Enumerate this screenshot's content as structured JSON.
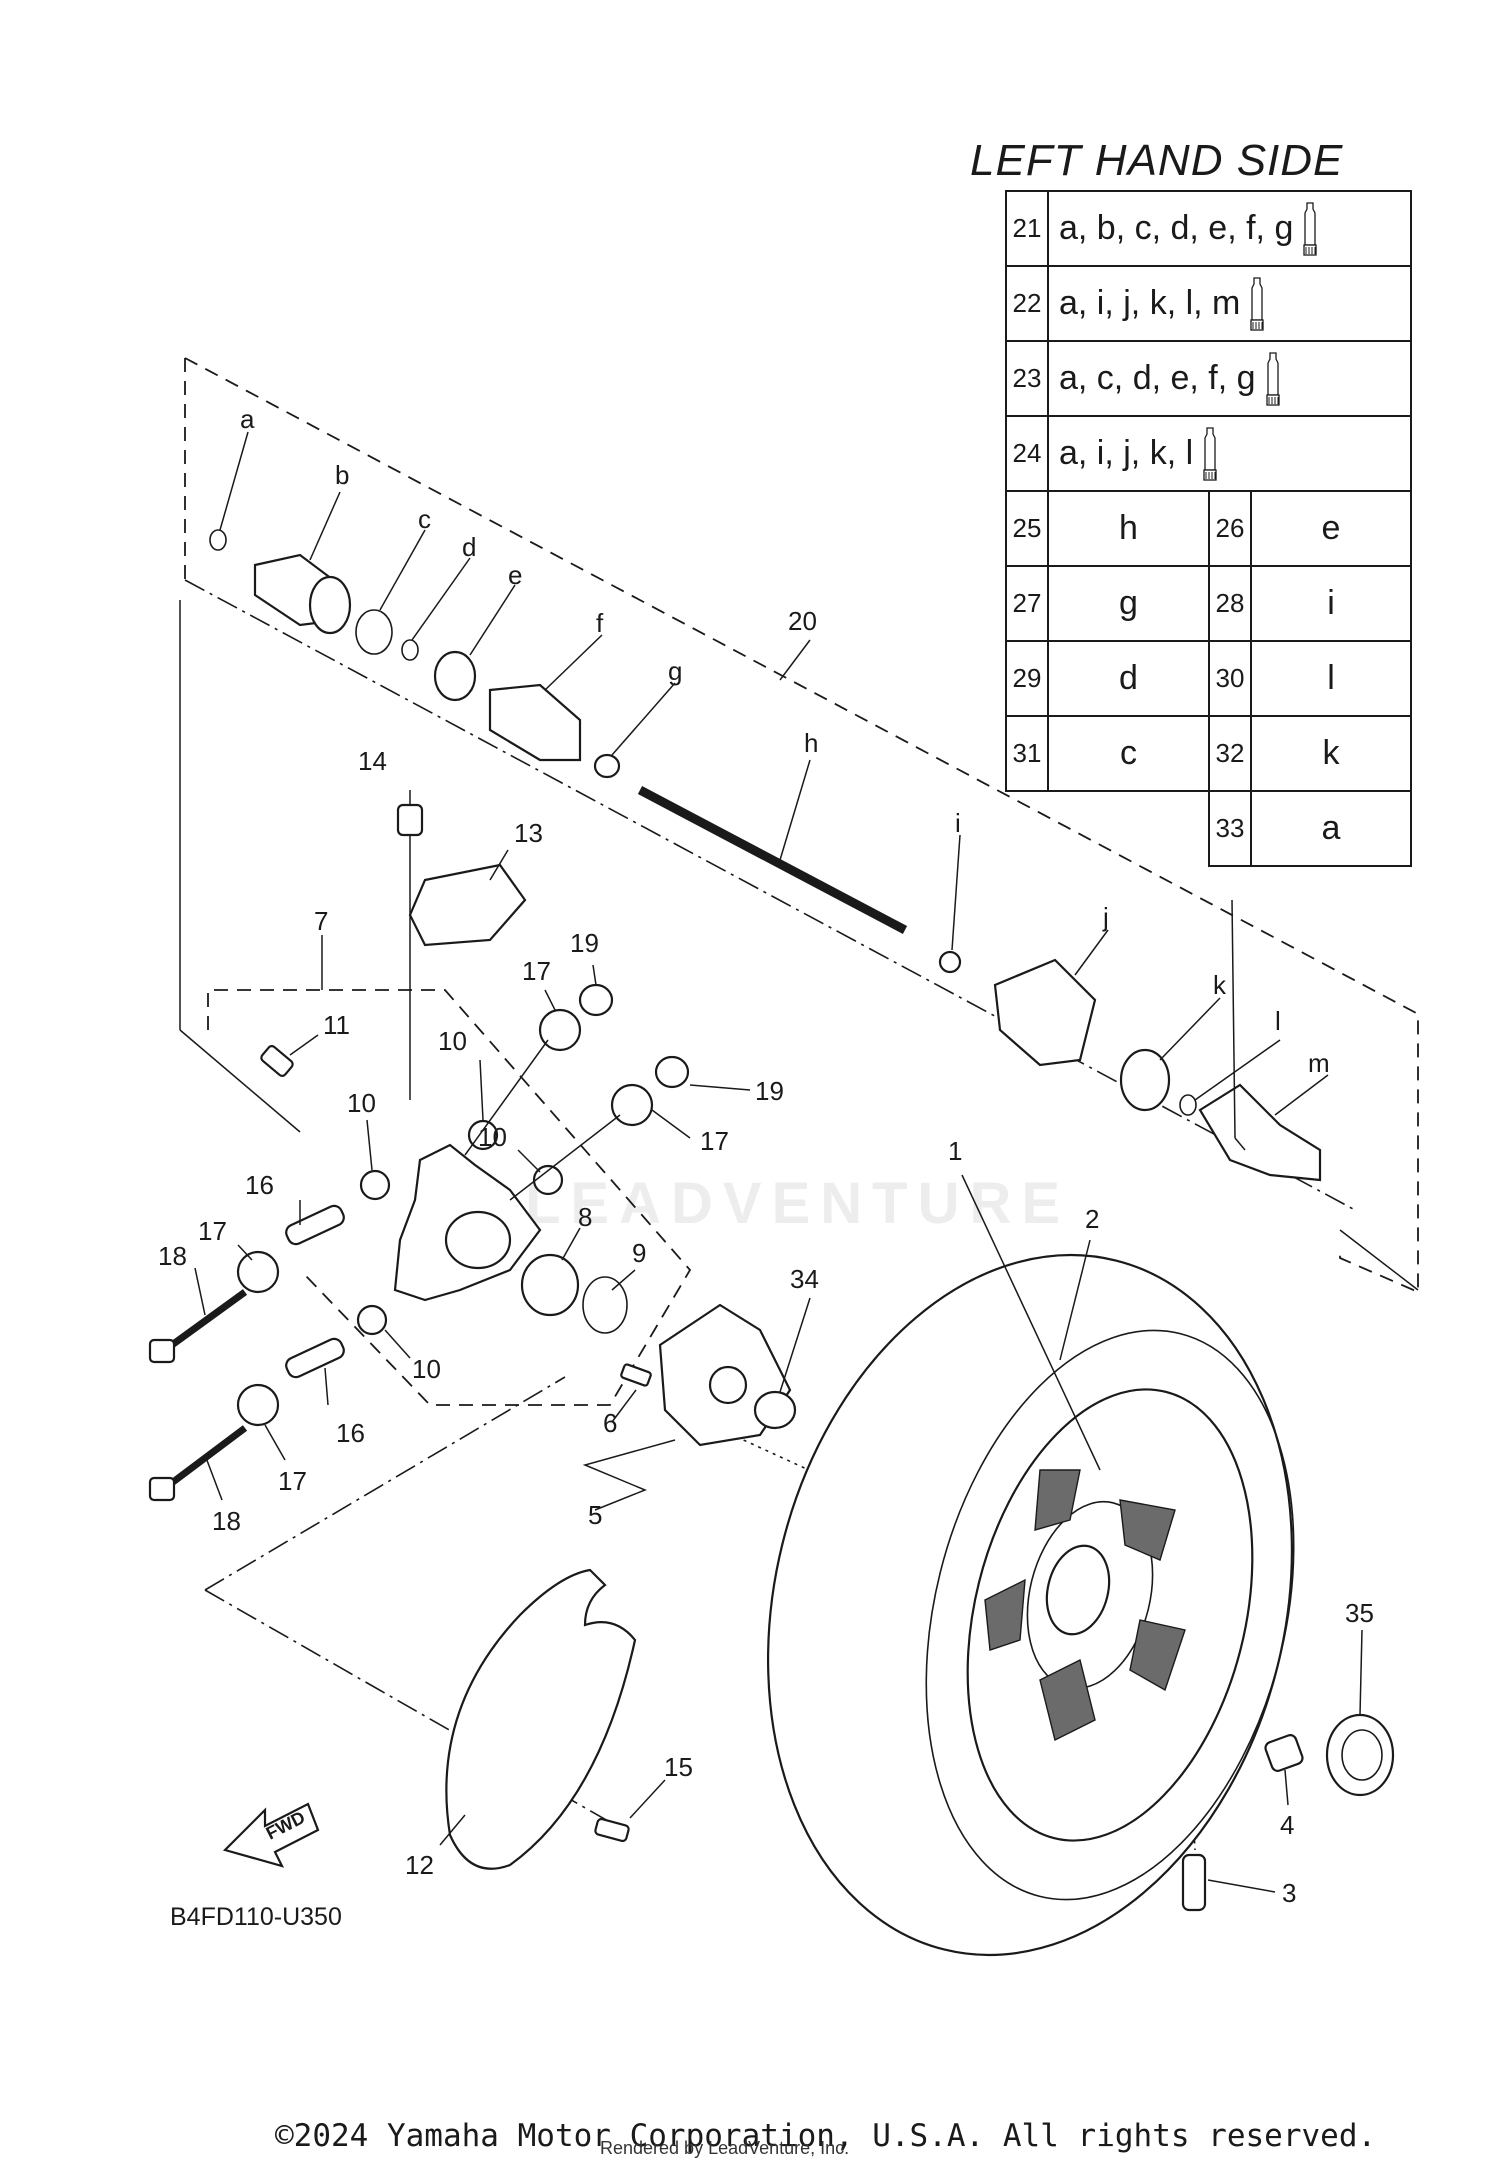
{
  "title": "LEFT HAND SIDE",
  "diagram_code": "B4FD110-U350",
  "copyright": "©2024 Yamaha Motor Corporation, U.S.A. All rights reserved.",
  "rendered_by": "Rendered by LeadVenture, Inc.",
  "watermark": "LEADVENTURE",
  "fwd_label": "FWD",
  "kit_rows_wide": [
    {
      "no": "21",
      "parts": "a, b, c, d, e, f, g",
      "icon": "grease-tube-icon"
    },
    {
      "no": "22",
      "parts": "a, i, j, k, l, m",
      "icon": "grease-tube-icon"
    },
    {
      "no": "23",
      "parts": "a, c, d, e, f, g",
      "icon": "grease-tube-icon"
    },
    {
      "no": "24",
      "parts": "a, i, j, k, l",
      "icon": "grease-tube-icon"
    }
  ],
  "kit_rows_pairs": [
    {
      "no1": "25",
      "part1": "h",
      "no2": "26",
      "part2": "e"
    },
    {
      "no1": "27",
      "part1": "g",
      "no2": "28",
      "part2": "i"
    },
    {
      "no1": "29",
      "part1": "d",
      "no2": "30",
      "part2": "l"
    },
    {
      "no1": "31",
      "part1": "c",
      "no2": "32",
      "part2": "k"
    }
  ],
  "kit_row_last": {
    "no": "33",
    "part": "a"
  },
  "callouts": {
    "c1": "1",
    "c2": "2",
    "c3": "3",
    "c4": "4",
    "c5": "5",
    "c6": "6",
    "c7": "7",
    "c8": "8",
    "c9": "9",
    "c10a": "10",
    "c10b": "10",
    "c10c": "10",
    "c10d": "10",
    "c11": "11",
    "c12": "12",
    "c13": "13",
    "c14": "14",
    "c15": "15",
    "c16a": "16",
    "c16b": "16",
    "c17a": "17",
    "c17b": "17",
    "c17c": "17",
    "c17d": "17",
    "c18a": "18",
    "c18b": "18",
    "c19a": "19",
    "c19b": "19",
    "c20": "20",
    "c34": "34",
    "c35": "35",
    "ca": "a",
    "cb": "b",
    "cc": "c",
    "cd": "d",
    "ce": "e",
    "cf": "f",
    "cg": "g",
    "ch": "h",
    "ci": "i",
    "cj": "j",
    "ck": "k",
    "cl": "l",
    "cm": "m"
  }
}
